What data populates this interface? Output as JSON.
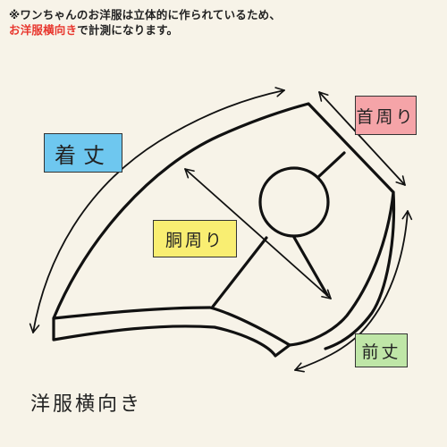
{
  "note": {
    "line1": "※ワンちゃんのお洋服は立体的に作られているため、",
    "line2_highlight": "お洋服横向き",
    "line2_rest": "で計測になります。"
  },
  "labels": {
    "length": "着丈",
    "neck": "首周り",
    "chest": "胴周り",
    "front": "前丈"
  },
  "caption": "洋服横向き",
  "colors": {
    "background": "#f7f3e8",
    "accent_text": "#e8362d",
    "length_box": "#6ec7ef",
    "neck_box": "#f5a4a8",
    "chest_box": "#f9ee72",
    "front_box": "#bfe6a7",
    "outline": "#111111"
  }
}
